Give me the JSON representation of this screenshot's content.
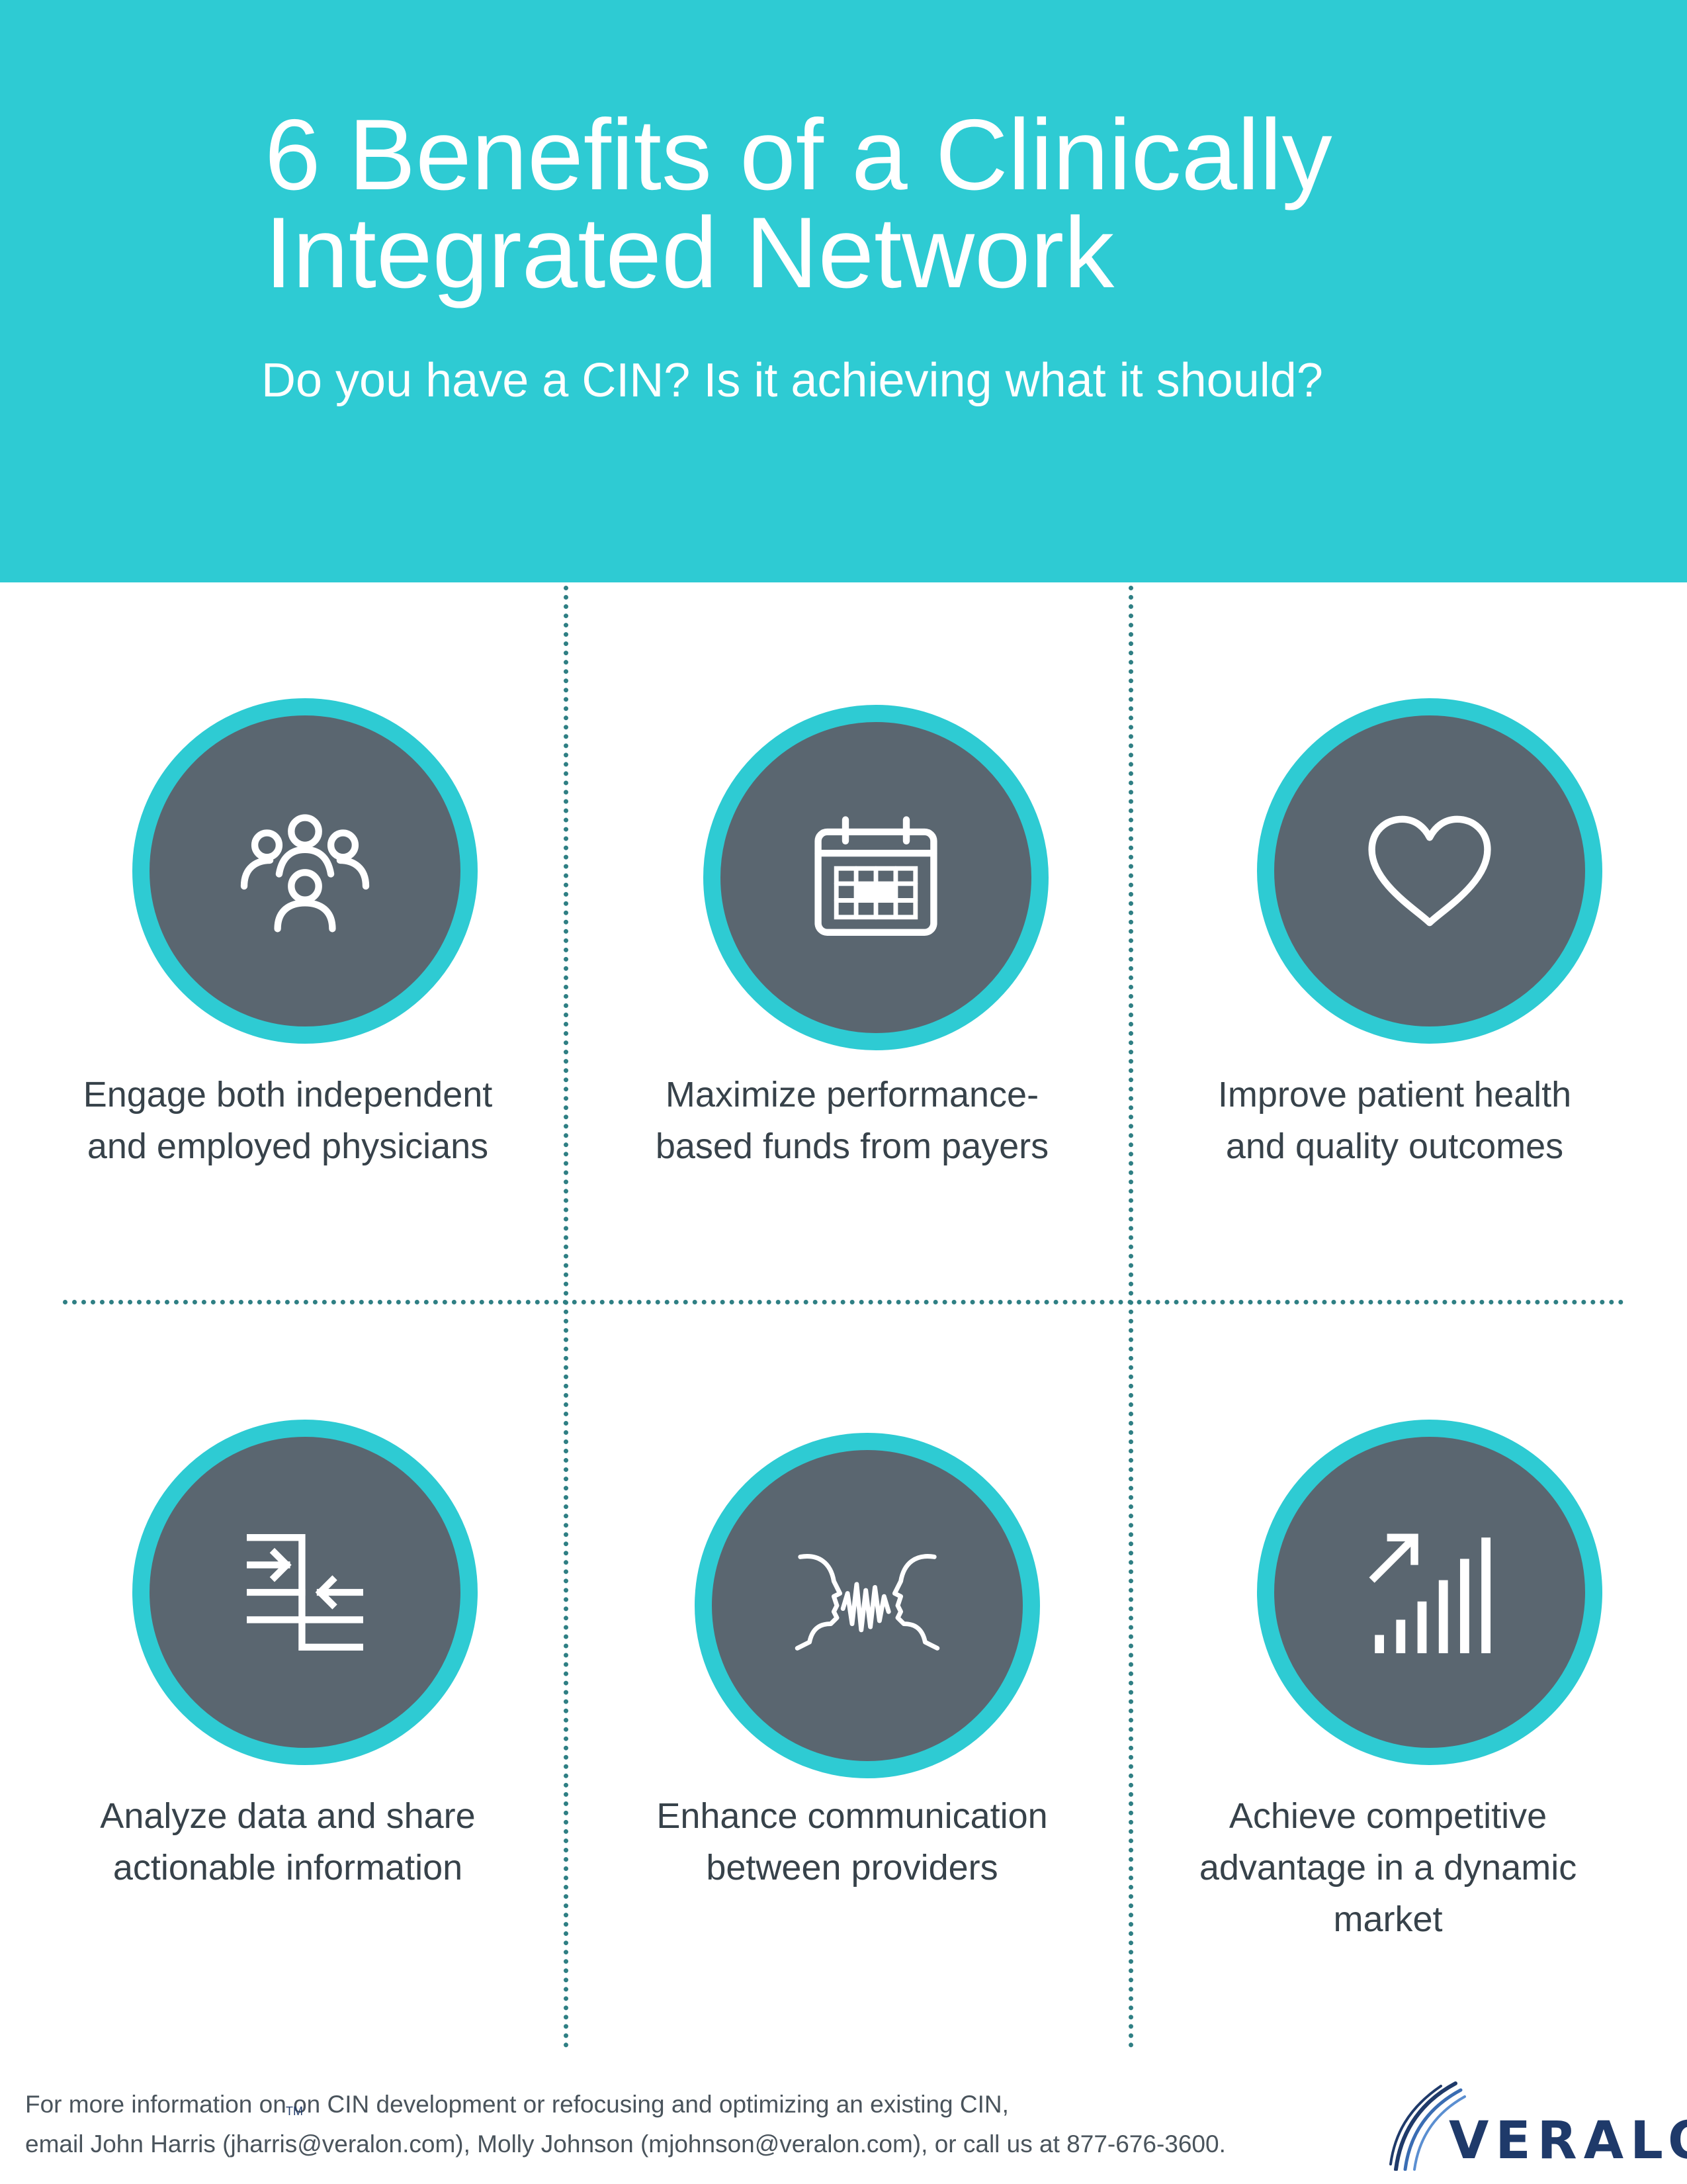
{
  "header": {
    "title_line1": "6 Benefits of a Clinically",
    "title_line2": "Integrated Network",
    "subtitle": "Do you have a CIN? Is it achieving what it should?"
  },
  "benefits": [
    {
      "icon": "people-group-icon",
      "line1": "Engage both independent",
      "line2": "and employed physicians"
    },
    {
      "icon": "calendar-icon",
      "line1": "Maximize performance-",
      "line2": "based funds from payers"
    },
    {
      "icon": "heart-icon",
      "line1": "Improve patient health",
      "line2": "and quality outcomes"
    },
    {
      "icon": "data-merge-arrows-icon",
      "line1": "Analyze data and share",
      "line2": "actionable information"
    },
    {
      "icon": "facing-heads-communication-icon",
      "line1": "Enhance communication",
      "line2": "between providers"
    },
    {
      "icon": "growth-bars-arrow-icon",
      "line1": "Achieve competitive",
      "line2": "advantage in a dynamic",
      "line3": "market"
    }
  ],
  "footer": {
    "line1": "For more information on on CIN development or refocusing and optimizing an existing CIN,",
    "line2": "email John Harris (jharris@veralon.com), Molly Johnson (mjohnson@veralon.com), or call us at 877-676-3600."
  },
  "logo": {
    "wordmark": "VERALON",
    "trademark": "TM"
  },
  "colors": {
    "header_bg": "#2ecbd3",
    "circle_fill": "#5a6670",
    "circle_ring": "#2ecbd3",
    "divider": "#2f7f84",
    "logo": "#1f3a6a"
  }
}
